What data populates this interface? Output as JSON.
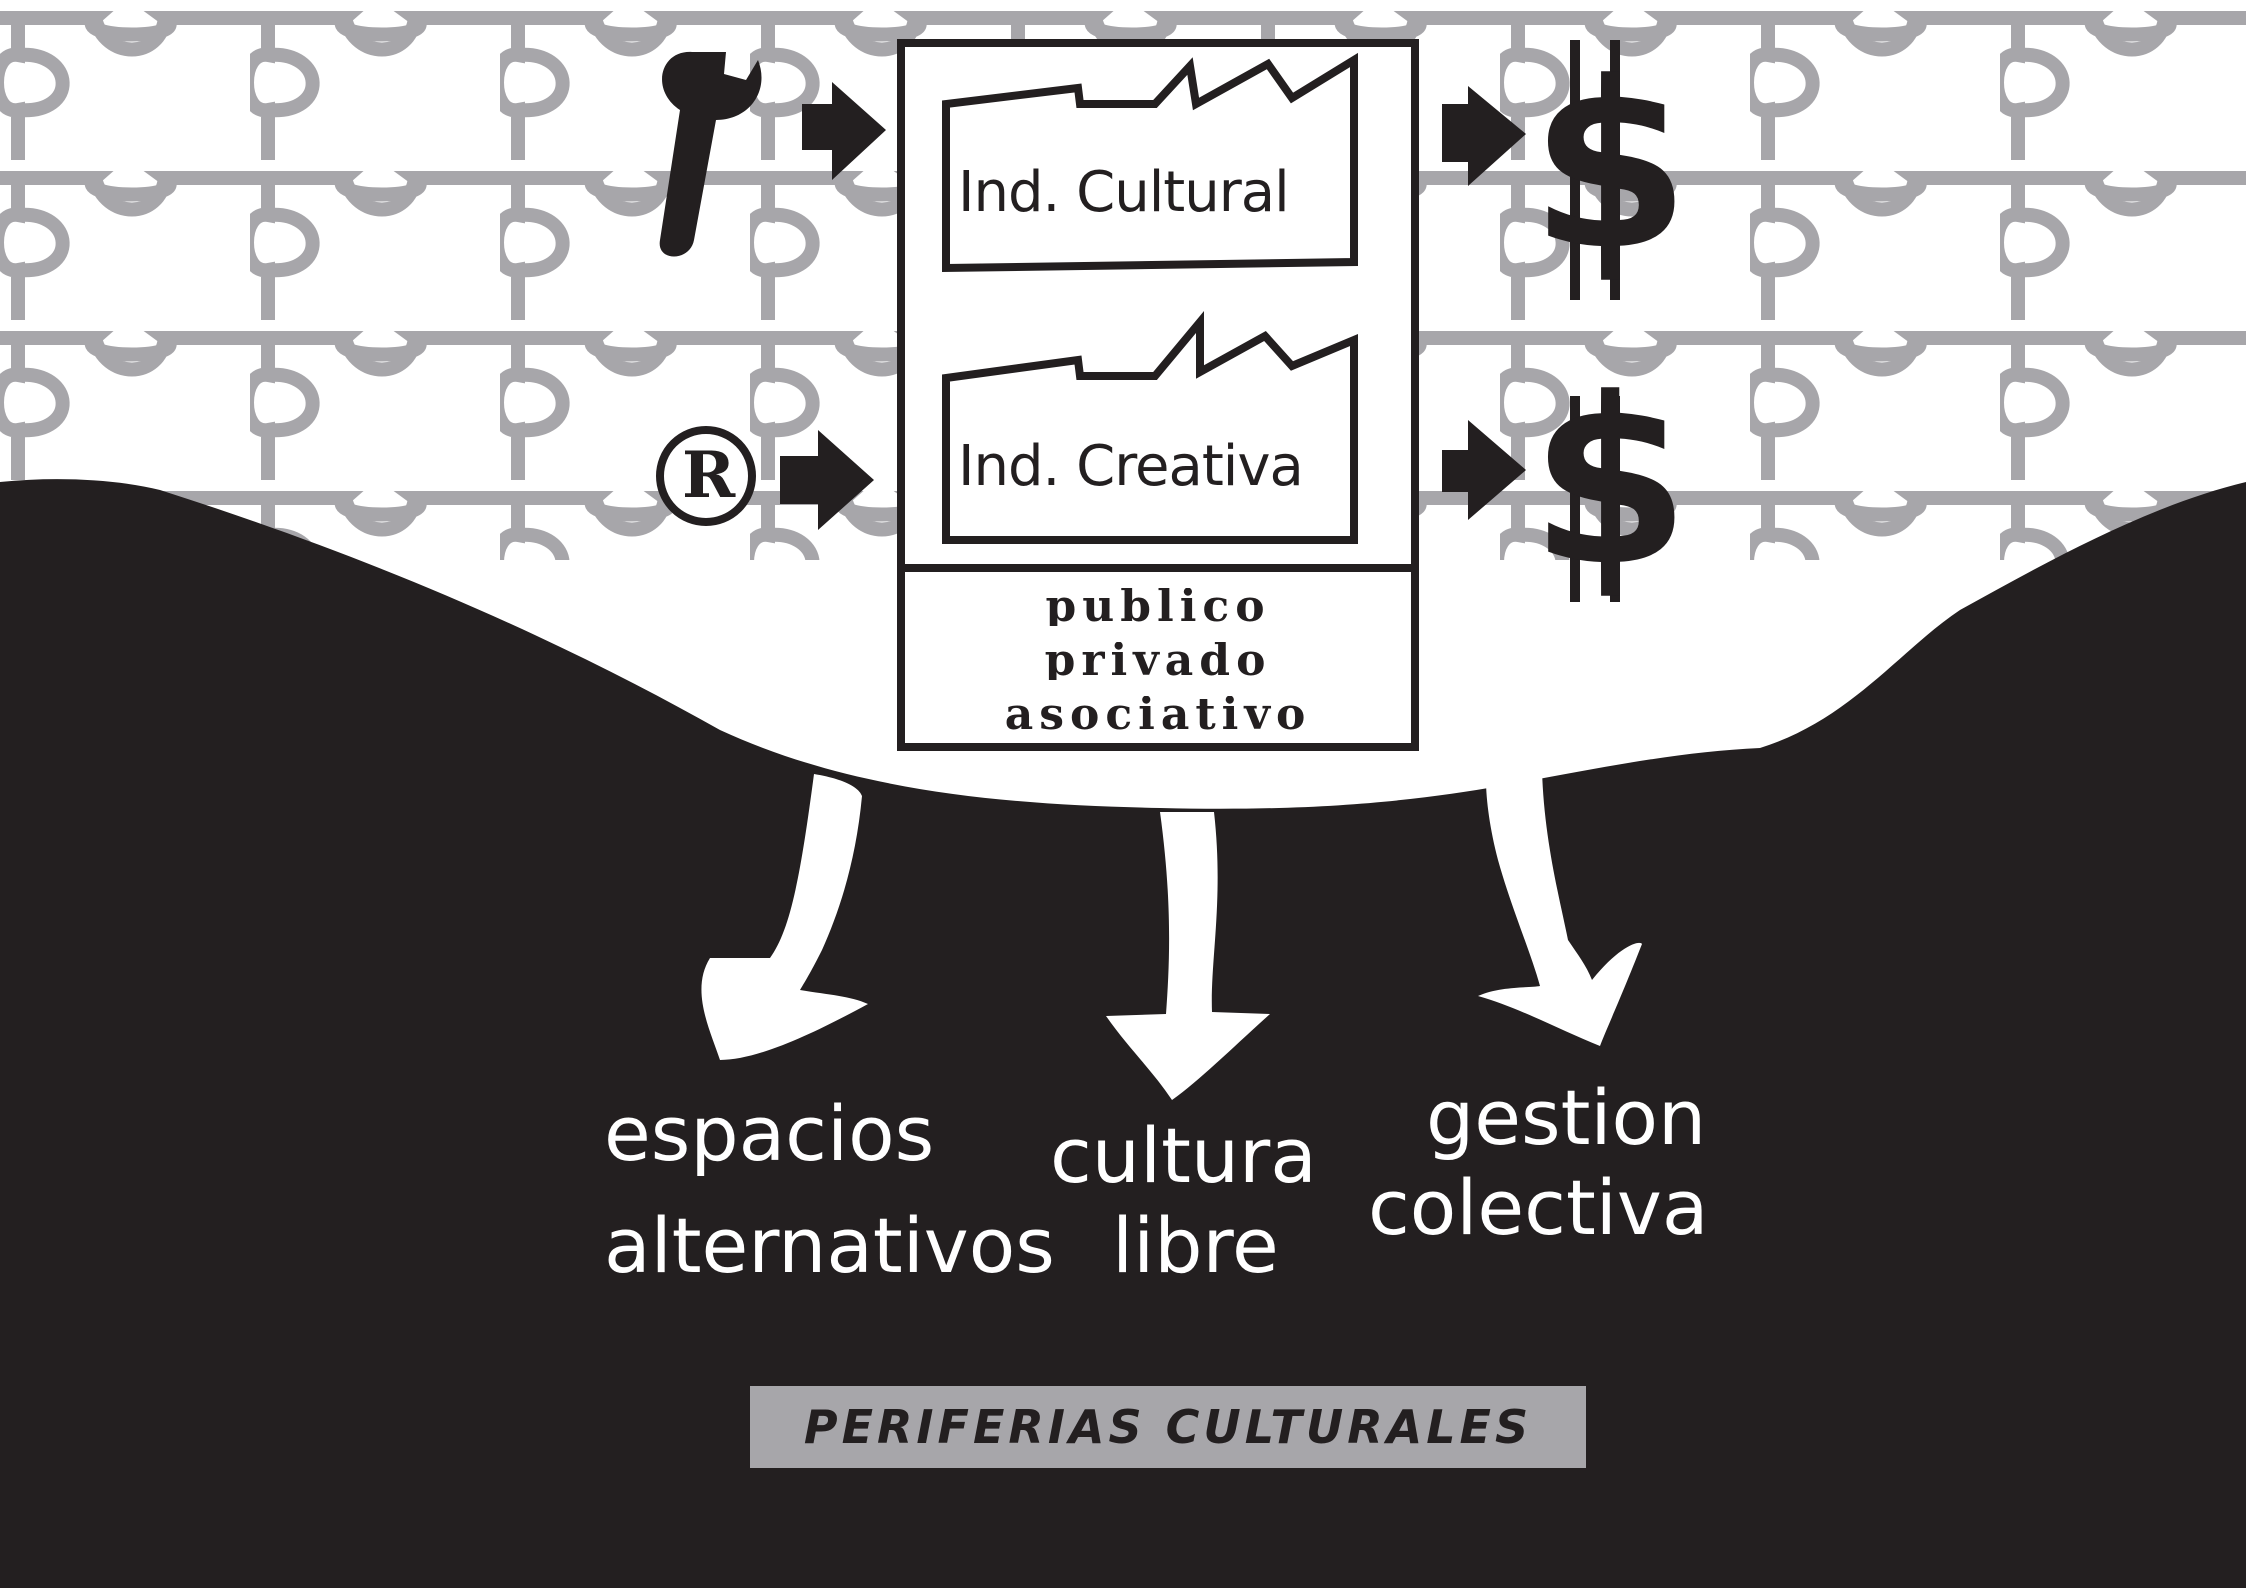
{
  "colors": {
    "puzzle": "#a7a6aa",
    "ground": "#231f20",
    "paper": "#ffffff",
    "label_box": "#a7a6aa"
  },
  "icons": [
    "wrench-icon",
    "registered-trademark-icon",
    "dollar-icon"
  ],
  "factories": {
    "cultural_label": "Ind. Cultural",
    "creative_label": "Ind. Creativa"
  },
  "sectors": {
    "publico": "publico",
    "privado": "privado",
    "asociativo": "asociativo"
  },
  "symbols": {
    "registered": "R",
    "dollar": "$"
  },
  "outcomes": {
    "espacios_line1": "espacios",
    "espacios_line2": "alternativos",
    "cultura_line1": "cultura",
    "cultura_line2": "libre",
    "gestion_line1": "gestion",
    "gestion_line2": "colectiva"
  },
  "footer_label": "PERIFERIAS CULTURALES"
}
